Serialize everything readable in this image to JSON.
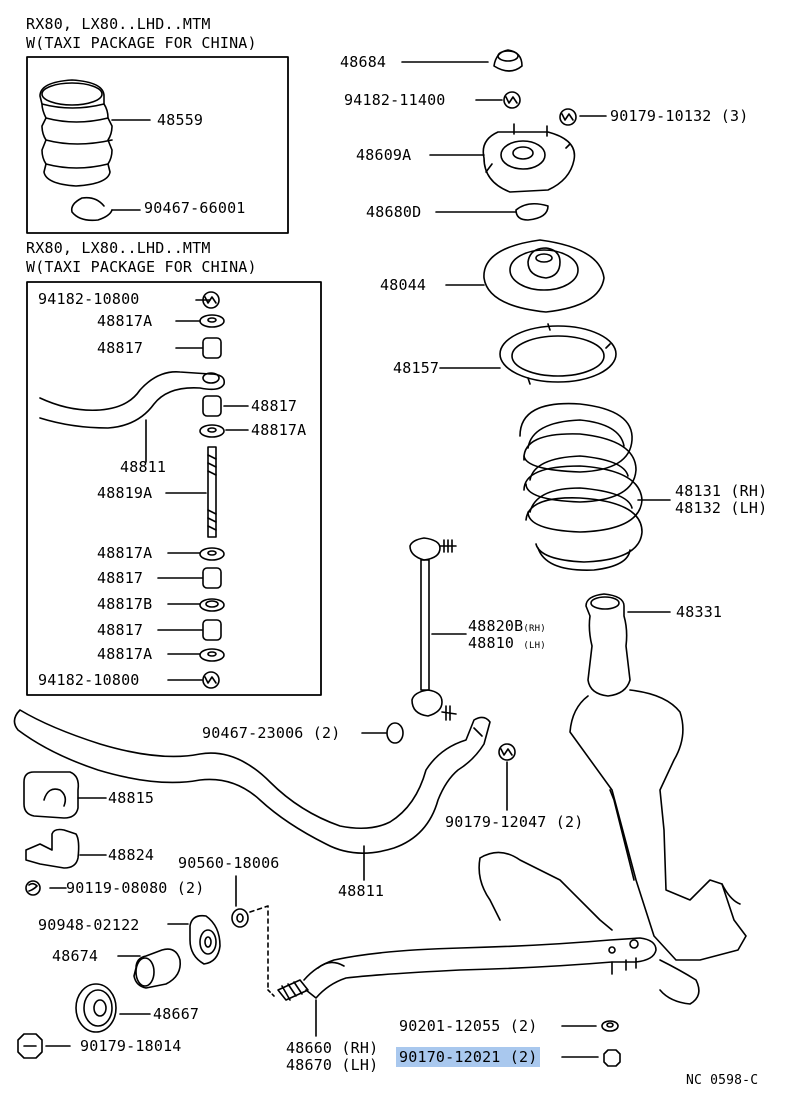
{
  "header_top": {
    "line1": "RX80, LX80..LHD..MTM",
    "line2": "W(TAXI PACKAGE FOR CHINA)"
  },
  "header_mid": {
    "line1": "RX80, LX80..LHD..MTM",
    "line2": "W(TAXI PACKAGE FOR CHINA)"
  },
  "parts": {
    "p48684": "48684",
    "p94182_11400": "94182-11400",
    "p90179_10132": "90179-10132 (3)",
    "p48609A": "48609A",
    "p48680D": "48680D",
    "p48044": "48044",
    "p48157": "48157",
    "p48131": "48131 (RH)",
    "p48132": "48132 (LH)",
    "p48331": "48331",
    "p48820B": "48820B",
    "p48820B_suffix": "(RH)",
    "p48810": "48810",
    "p48810_suffix": "(LH)",
    "p48559": "48559",
    "p90467_66001": "90467-66001",
    "p94182_10800_top": "94182-10800",
    "p48817A_1": "48817A",
    "p48817_1": "48817",
    "p48817_2": "48817",
    "p48817A_2": "48817A",
    "p48811_box": "48811",
    "p48819A": "48819A",
    "p48817A_3": "48817A",
    "p48817_3": "48817",
    "p48817B": "48817B",
    "p48817_4": "48817",
    "p48817A_4": "48817A",
    "p94182_10800_bot": "94182-10800",
    "p90467_23006": "90467-23006 (2)",
    "p48815": "48815",
    "p90179_12047": "90179-12047 (2)",
    "p48824": "48824",
    "p90560_18006": "90560-18006",
    "p90119_08080": "90119-08080 (2)",
    "p48811": "48811",
    "p90948_02122": "90948-02122",
    "p48674": "48674",
    "p48667": "48667",
    "p90179_18014": "90179-18014",
    "p48660": "48660 (RH)",
    "p48670": "48670 (LH)",
    "p90201_12055": "90201-12055 (2)",
    "p90170_12021": "90170-12021 (2)"
  },
  "footer": {
    "code": "NC 0598-C"
  },
  "colors": {
    "highlight": "#a9c8ee",
    "ink": "#000000"
  }
}
